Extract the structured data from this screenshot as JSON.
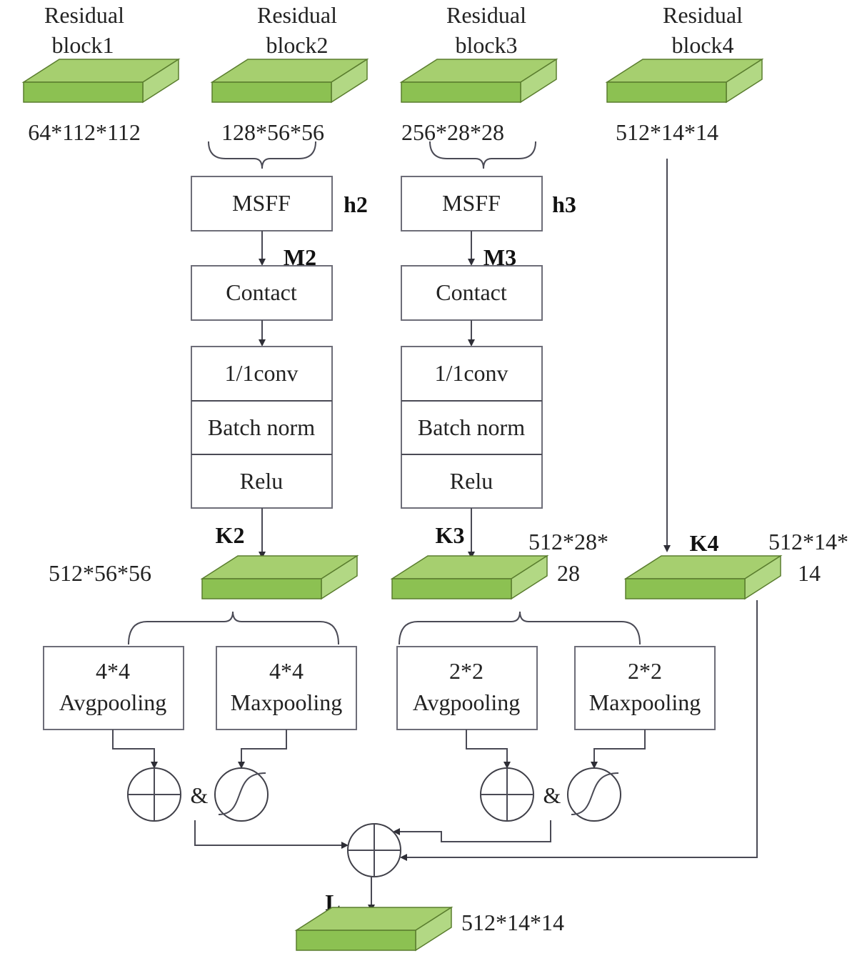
{
  "colors": {
    "block_top": "#a6cf6f",
    "block_front": "#8cc152",
    "block_side": "#b2d884",
    "block_edge": "#5a7d2e",
    "box_border": "#6d6d78",
    "line": "#4a4a55"
  },
  "residual_blocks": [
    {
      "line1": "Residual",
      "line2": "block1",
      "dims": "64*112*112"
    },
    {
      "line1": "Residual",
      "line2": "block2",
      "dims": "128*56*56"
    },
    {
      "line1": "Residual",
      "line2": "block3",
      "dims": "256*28*28"
    },
    {
      "line1": "Residual",
      "line2": "block4",
      "dims": "512*14*14"
    }
  ],
  "branch_2": {
    "msff": "MSFF",
    "h_label": "h2",
    "m_label": "M2",
    "contact": "Contact",
    "conv": "1/1conv",
    "batch_norm": "Batch norm",
    "relu": "Relu",
    "k_label": "K2",
    "k_dims": "512*56*56",
    "avg_line1": "4*4",
    "avg_line2": "Avgpooling",
    "max_line1": "4*4",
    "max_line2": "Maxpooling",
    "amp": "&"
  },
  "branch_3": {
    "msff": "MSFF",
    "h_label": "h3",
    "m_label": "M3",
    "contact": "Contact",
    "conv": "1/1conv",
    "batch_norm": "Batch norm",
    "relu": "Relu",
    "k_label": "K3",
    "k_dims_line1": "512*28*",
    "k_dims_line2": "28",
    "avg_line1": "2*2",
    "avg_line2": "Avgpooling",
    "max_line1": "2*2",
    "max_line2": "Maxpooling",
    "amp": "&"
  },
  "branch_4": {
    "k_label": "K4",
    "k_dims_line1": "512*14*",
    "k_dims_line2": "14"
  },
  "output": {
    "label": "L",
    "dims": "512*14*14"
  },
  "icons": {
    "add": "circle-plus-icon",
    "sigmoid": "sigmoid-icon",
    "feature_map": "feature-map-block-icon"
  }
}
